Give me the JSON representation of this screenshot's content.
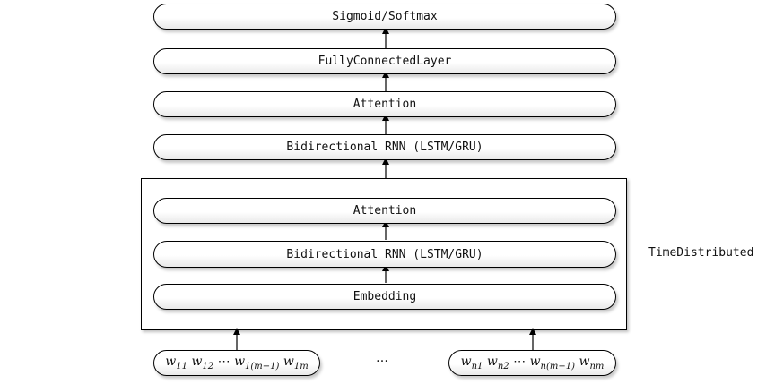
{
  "layers": {
    "sigmoid": "Sigmoid/Softmax",
    "fully_connected": "FullyConnectedLayer",
    "attention_outer": "Attention",
    "birnn_outer": "Bidirectional RNN (LSTM/GRU)",
    "attention_inner": "Attention",
    "birnn_inner": "Bidirectional RNN (LSTM/GRU)",
    "embedding": "Embedding"
  },
  "time_distributed_label": "TimeDistributed",
  "inputs": {
    "first": {
      "w11": "w",
      "w11_sub": "11",
      "w12": "w",
      "w12_sub": "12",
      "dots": "⋯",
      "w1m1": "w",
      "w1m1_sub": "1(m−1)",
      "w1m": "w",
      "w1m_sub": "1m"
    },
    "ellipsis": "…",
    "last": {
      "wn1": "w",
      "wn1_sub": "n1",
      "wn2": "w",
      "wn2_sub": "n2",
      "dots": "⋯",
      "wnm1": "w",
      "wnm1_sub": "n(m−1)",
      "wnm": "w",
      "wnm_sub": "nm"
    }
  }
}
